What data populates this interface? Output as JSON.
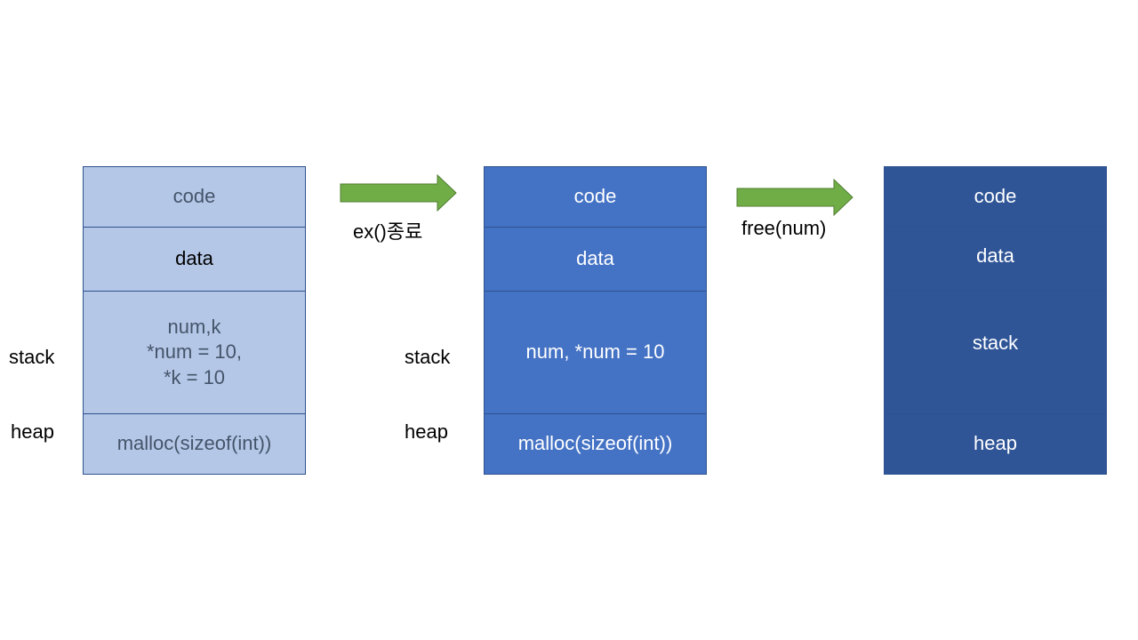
{
  "column1": {
    "code": "code",
    "data": "data",
    "stack": "num,k\n*num = 10,\n*k = 10",
    "heap": "malloc(sizeof(int))"
  },
  "column2": {
    "code": "code",
    "data": "data",
    "stack": "num, *num = 10",
    "heap": "malloc(sizeof(int))"
  },
  "column3": {
    "code": "code",
    "data": "data",
    "stack": "stack",
    "heap": "heap"
  },
  "side_labels": {
    "left_stack": "stack",
    "left_heap": "heap",
    "mid_stack": "stack",
    "mid_heap": "heap"
  },
  "arrows": {
    "first_label": "ex()종료",
    "second_label": "free(num)",
    "color": "#70ad47"
  },
  "colors": {
    "column1_fill": "#b4c7e7",
    "column2_fill": "#4472c4",
    "column3_fill": "#2f5597",
    "border": "#2f528f"
  }
}
